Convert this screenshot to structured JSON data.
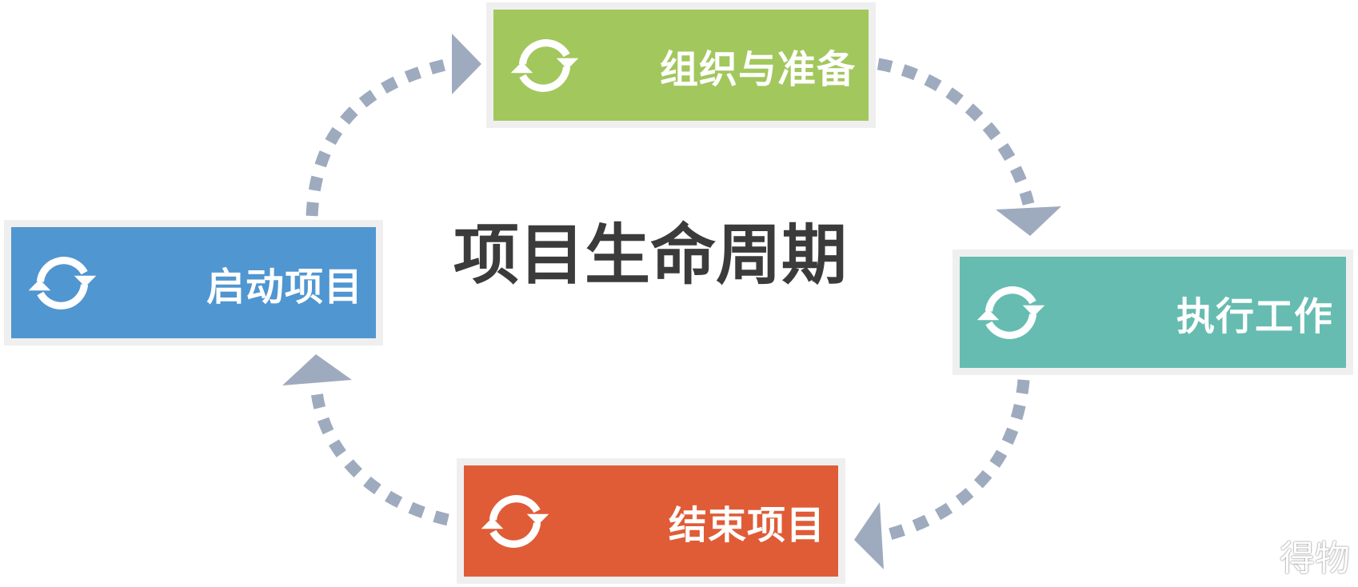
{
  "title": "项目生命周期",
  "steps": [
    {
      "id": "start",
      "label": "启动项目",
      "color": "#5096d1",
      "icon": "refresh-icon"
    },
    {
      "id": "prep",
      "label": "组织与准备",
      "color": "#a2c75d",
      "icon": "refresh-icon"
    },
    {
      "id": "exec",
      "label": "执行工作",
      "color": "#66bcb1",
      "icon": "refresh-icon"
    },
    {
      "id": "close",
      "label": "结束项目",
      "color": "#df5c37",
      "icon": "refresh-icon"
    }
  ],
  "connector_color": "#9eabbe",
  "watermark": "得物"
}
